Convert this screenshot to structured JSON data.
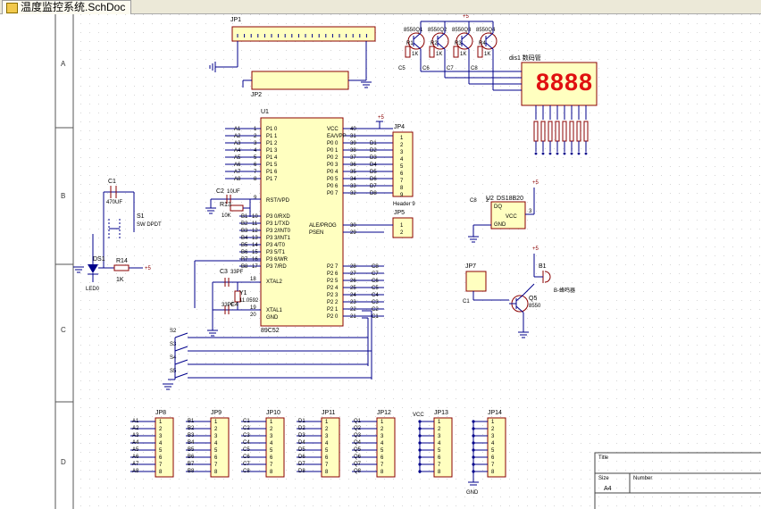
{
  "window": {
    "tab_title": "温度监控系统.SchDoc"
  },
  "border": {
    "rows": [
      "A",
      "B",
      "C",
      "D"
    ]
  },
  "title_block": {
    "title": "Title",
    "size_label": "Size",
    "size_value": "A4",
    "number_label": "Number"
  },
  "parts": {
    "jp1": "JP1",
    "jp2": "JP2",
    "jp4": "JP4",
    "jp4_value": "Header 9",
    "jp5": "JP5",
    "jp7": "JP7",
    "jp8": "JP8",
    "jp9": "JP9",
    "jp10": "JP10",
    "jp11": "JP11",
    "jp12": "JP12",
    "jp13": "JP13",
    "jp14": "JP14",
    "u1": "U1",
    "u1_value": "89C52",
    "u2": "U2",
    "u2_value": "DS18B20",
    "c1": "C1",
    "c1_value": "470UF",
    "c2": "C2",
    "c2_value": "10UF",
    "c3": "C3",
    "c3_value": "33PF",
    "c4": "C4",
    "c4_value": "33PF",
    "r13": "R13",
    "r13_value": "10K",
    "r14": "R14",
    "r14_value": "1K",
    "s1": "S1",
    "s1_value": "SW DPDT",
    "ds1": "DS1",
    "ds1_value": "LED0",
    "y1": "Y1",
    "y1_value": "11.0592",
    "b1": "B1",
    "b1_value": "B-蜂鸣器",
    "q5": "Q5",
    "q5_value": "8550",
    "dis1": "dis1 数码管",
    "gnd": "GND",
    "vcc": "VCC",
    "q_labels": [
      "8550Q1",
      "8550Q2",
      "8550Q3",
      "8550Q4"
    ],
    "r_top": [
      "R1",
      "R2",
      "R3",
      "R4"
    ],
    "r_top_value": "1K",
    "c_top": [
      "C5",
      "C6",
      "C7",
      "C8"
    ],
    "digits": "8888",
    "switches": [
      "S2",
      "S3",
      "S4",
      "S5"
    ]
  },
  "u1_pins": {
    "left": [
      {
        "net": "A1",
        "num": "1",
        "name": "P1 0"
      },
      {
        "net": "A2",
        "num": "2",
        "name": "P1 1"
      },
      {
        "net": "A3",
        "num": "3",
        "name": "P1 2"
      },
      {
        "net": "A4",
        "num": "4",
        "name": "P1 3"
      },
      {
        "net": "A5",
        "num": "5",
        "name": "P1 4"
      },
      {
        "net": "A6",
        "num": "6",
        "name": "P1 5"
      },
      {
        "net": "A7",
        "num": "7",
        "name": "P1 6"
      },
      {
        "net": "A8",
        "num": "8",
        "name": "P1 7"
      }
    ],
    "rst": {
      "num": "9",
      "name": "RST/VPD"
    },
    "p3": [
      {
        "net": "B1",
        "num": "10",
        "name": "P3 0/RXD"
      },
      {
        "net": "B2",
        "num": "11",
        "name": "P3 1/TXD"
      },
      {
        "net": "B3",
        "num": "12",
        "name": "P3 2/INT0"
      },
      {
        "net": "B4",
        "num": "13",
        "name": "P3 3/INT1"
      },
      {
        "net": "B5",
        "num": "14",
        "name": "P3 4/T0"
      },
      {
        "net": "B6",
        "num": "15",
        "name": "P3 5/T1"
      },
      {
        "net": "B7",
        "num": "16",
        "name": "P3 6/WR"
      },
      {
        "net": "B8",
        "num": "17",
        "name": "P3 7/RD"
      }
    ],
    "xtal": [
      {
        "num": "18",
        "name": "XTAL2"
      },
      {
        "num": "19",
        "name": "XTAL1"
      },
      {
        "num": "20",
        "name": "GND"
      }
    ],
    "right_top": [
      {
        "num": "40",
        "name": "VCC",
        "net": ""
      },
      {
        "num": "31",
        "name": "EA/VPP",
        "net": ""
      },
      {
        "num": "39",
        "name": "P0 0",
        "net": "D1"
      },
      {
        "num": "38",
        "name": "P0 1",
        "net": "D2"
      },
      {
        "num": "37",
        "name": "P0 2",
        "net": "D3"
      },
      {
        "num": "36",
        "name": "P0 3",
        "net": "D4"
      },
      {
        "num": "35",
        "name": "P0 4",
        "net": "D5"
      },
      {
        "num": "34",
        "name": "P0 5",
        "net": "D6"
      },
      {
        "num": "33",
        "name": "P0 6",
        "net": "D7"
      },
      {
        "num": "32",
        "name": "P0 7",
        "net": "D8"
      }
    ],
    "right_mid": [
      {
        "num": "30",
        "name": "ALE/PROG"
      },
      {
        "num": "29",
        "name": "PSEN"
      }
    ],
    "right_p2": [
      {
        "num": "28",
        "name": "P2 7",
        "net": "C8"
      },
      {
        "num": "27",
        "name": "P2 6",
        "net": "C7"
      },
      {
        "num": "26",
        "name": "P2 5",
        "net": "C6"
      },
      {
        "num": "25",
        "name": "P2 4",
        "net": "C5"
      },
      {
        "num": "24",
        "name": "P2 3",
        "net": "C4"
      },
      {
        "num": "23",
        "name": "P2 2",
        "net": "C3"
      },
      {
        "num": "22",
        "name": "P2 1",
        "net": "C2"
      },
      {
        "num": "21",
        "name": "P2 0",
        "net": "C1"
      }
    ]
  },
  "headers": [
    {
      "name": "JP8",
      "net": "A"
    },
    {
      "name": "JP9",
      "net": "B"
    },
    {
      "name": "JP10",
      "net": "C"
    },
    {
      "name": "JP11",
      "net": "D"
    },
    {
      "name": "JP12",
      "net": "Q"
    }
  ],
  "header_pins": [
    "1",
    "2",
    "3",
    "4",
    "5",
    "6",
    "7",
    "8"
  ],
  "jp4_pins": [
    "1",
    "2",
    "3",
    "4",
    "5",
    "6",
    "7",
    "8",
    "9"
  ],
  "jp5_pins": [
    "1",
    "2"
  ],
  "u2_pins": {
    "dq": "DQ",
    "vcc": "VCC",
    "gnd": "GND",
    "dq_num": "2",
    "vcc_num": "3",
    "gnd_num": "1"
  },
  "power": {
    "plus5": "+5"
  },
  "net_c8": "C8",
  "net_c1": "C1"
}
